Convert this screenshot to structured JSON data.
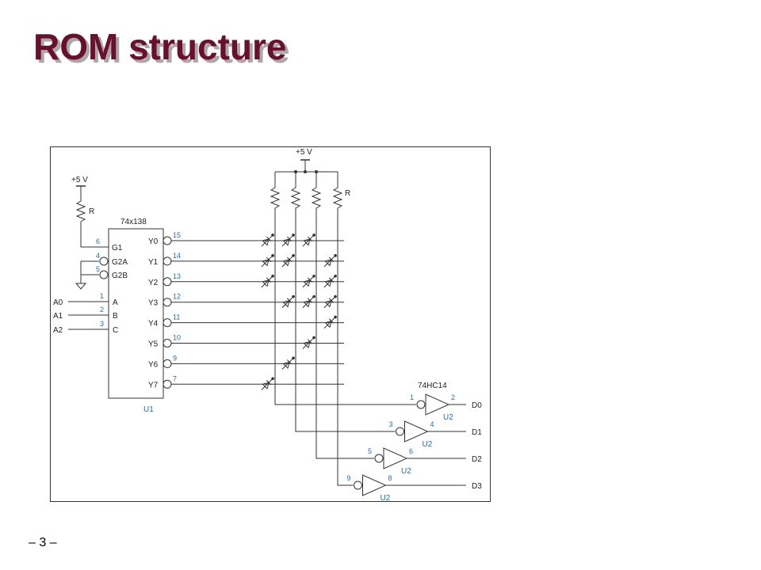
{
  "slide": {
    "title": "ROM structure",
    "page_number": "– 3 –"
  },
  "schematic": {
    "chip": {
      "name": "74x138",
      "ref": "U1"
    },
    "inverter": {
      "name": "74HC14",
      "ref": "U2"
    },
    "supply_label": "+5 V",
    "resistor_label": "R",
    "enable_inputs": [
      {
        "label": "G1",
        "pin": "6"
      },
      {
        "label": "G2A",
        "pin": "4"
      },
      {
        "label": "G2B",
        "pin": "5"
      }
    ],
    "select_inputs": [
      {
        "label": "A",
        "pin": "1",
        "signal": "A0"
      },
      {
        "label": "B",
        "pin": "2",
        "signal": "A1"
      },
      {
        "label": "C",
        "pin": "3",
        "signal": "A2"
      }
    ],
    "decoder_outputs": [
      {
        "label": "Y0",
        "pin": "15"
      },
      {
        "label": "Y1",
        "pin": "14"
      },
      {
        "label": "Y2",
        "pin": "13"
      },
      {
        "label": "Y3",
        "pin": "12"
      },
      {
        "label": "Y4",
        "pin": "11"
      },
      {
        "label": "Y5",
        "pin": "10"
      },
      {
        "label": "Y6",
        "pin": "9"
      },
      {
        "label": "Y7",
        "pin": "7"
      }
    ],
    "data_outputs": [
      {
        "label": "D0",
        "pin_in": "1",
        "pin_out": "2"
      },
      {
        "label": "D1",
        "pin_in": "3",
        "pin_out": "4"
      },
      {
        "label": "D2",
        "pin_in": "5",
        "pin_out": "6"
      },
      {
        "label": "D3",
        "pin_in": "9",
        "pin_out": "8"
      }
    ],
    "diode_matrix": [
      [
        1,
        1,
        1,
        0
      ],
      [
        1,
        1,
        0,
        1
      ],
      [
        1,
        0,
        1,
        1
      ],
      [
        0,
        1,
        1,
        1
      ],
      [
        0,
        0,
        0,
        1
      ],
      [
        0,
        0,
        1,
        0
      ],
      [
        0,
        1,
        0,
        0
      ],
      [
        1,
        0,
        0,
        0
      ]
    ],
    "colors": {
      "pin_label": "#1f6fb5",
      "wire": "#333333"
    }
  }
}
